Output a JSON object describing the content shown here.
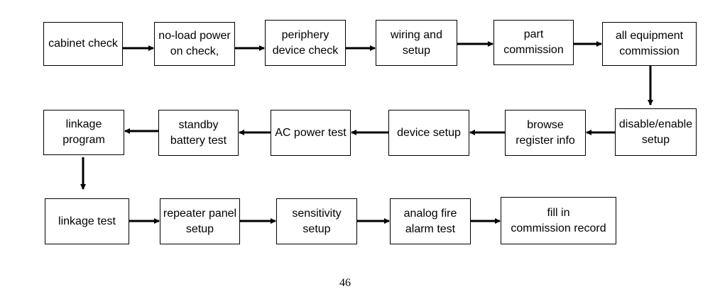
{
  "steps": [
    {
      "id": "cabinet-check",
      "label": "cabinet check"
    },
    {
      "id": "no-load-power-on-check",
      "label": "no-load power\non check,"
    },
    {
      "id": "periphery-device-check",
      "label": "periphery\ndevice check"
    },
    {
      "id": "wiring-and-setup",
      "label": "wiring and\nsetup"
    },
    {
      "id": "part-commission",
      "label": "part\ncommission"
    },
    {
      "id": "all-equipment-commission",
      "label": "all equipment\ncommission"
    },
    {
      "id": "disable-enable-setup",
      "label": "disable/enable\nsetup"
    },
    {
      "id": "browse-register-info",
      "label": "browse\nregister info"
    },
    {
      "id": "device-setup",
      "label": "device setup"
    },
    {
      "id": "ac-power-test",
      "label": "AC power test"
    },
    {
      "id": "standby-battery-test",
      "label": "standby\nbattery test"
    },
    {
      "id": "linkage-program",
      "label": "linkage\nprogram"
    },
    {
      "id": "linkage-test",
      "label": "linkage test"
    },
    {
      "id": "repeater-panel-setup",
      "label": "repeater panel\nsetup"
    },
    {
      "id": "sensitivity-setup",
      "label": "sensitivity\nsetup"
    },
    {
      "id": "analog-fire-alarm-test",
      "label": "analog fire\nalarm test"
    },
    {
      "id": "fill-in-commission-record",
      "label": "fill in\ncommission record"
    }
  ],
  "page_number": "46"
}
